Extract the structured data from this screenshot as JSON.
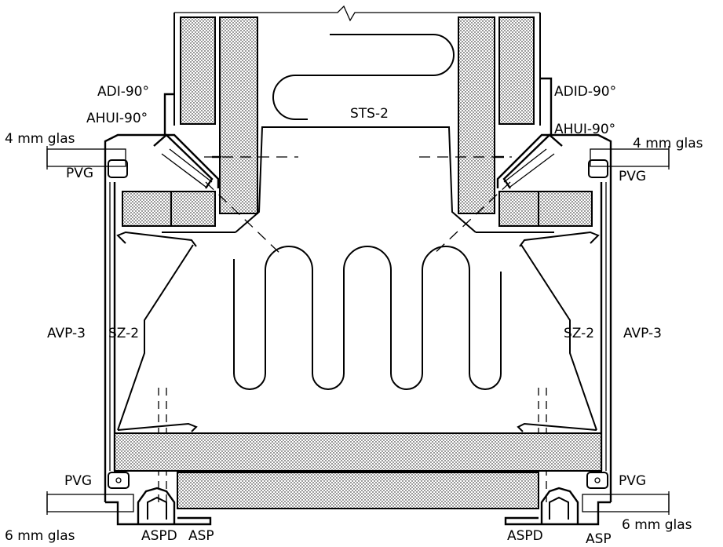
{
  "labels": {
    "adi_90": "ADI-90°",
    "ahui_90_left": "AHUI-90°",
    "glass_4mm_left": "4 mm glas",
    "pvg_top_left": "PVG",
    "sts_2": "STS-2",
    "adid_90": "ADID-90°",
    "ahui_90_right": "AHUI-90°",
    "glass_4mm_right": "4 mm glas",
    "pvg_top_right": "PVG",
    "avp_3_left": "AVP-3",
    "sz_2_left": "SZ-2",
    "sz_2_right": "SZ-2",
    "avp_3_right": "AVP-3",
    "pvg_bottom_left": "PVG",
    "pvg_bottom_right": "PVG",
    "glass_6mm_left": "6 mm glas",
    "aspd_left": "ASPD",
    "asp_left": "ASP",
    "aspd_right": "ASPD",
    "asp_right": "ASP",
    "glass_6mm_right": "6 mm glas"
  }
}
